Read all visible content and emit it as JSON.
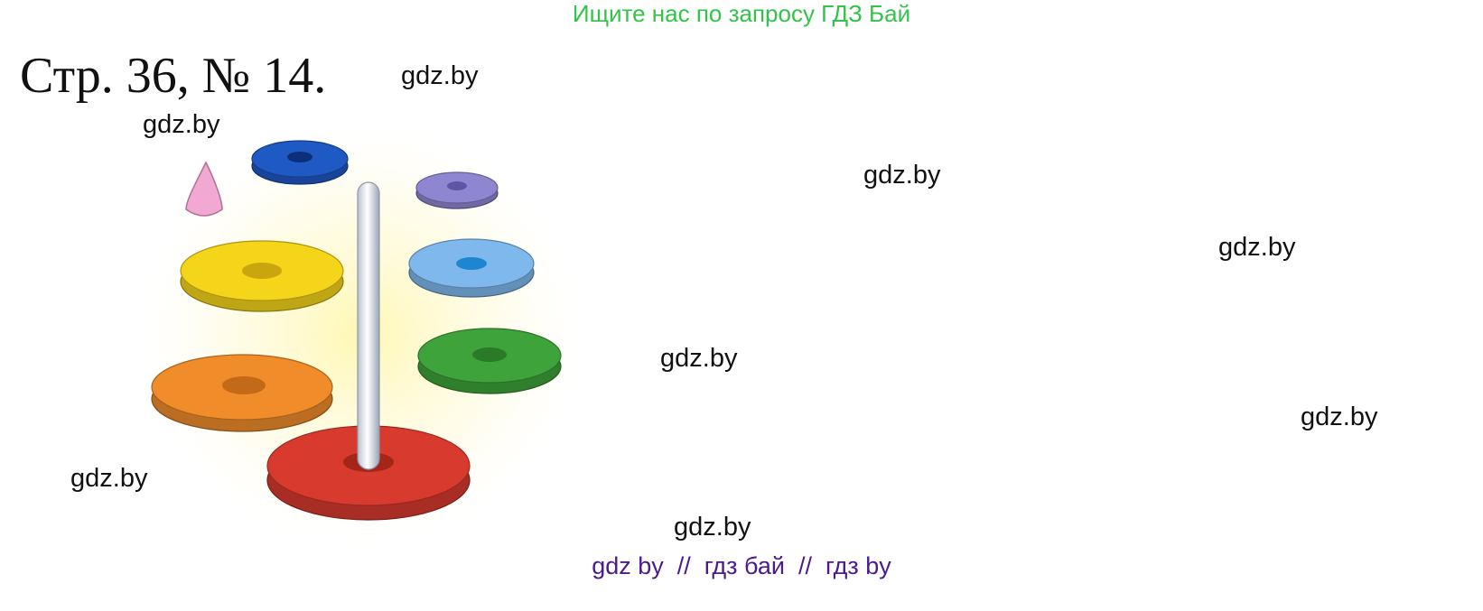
{
  "banner": {
    "text": "Ищите нас по запросу ГДЗ Бай"
  },
  "page": {
    "title": "Стр. 36, № 14."
  },
  "watermarks": [
    {
      "text": "gdz.by"
    },
    {
      "text": "gdz.by"
    },
    {
      "text": "gdz.by"
    },
    {
      "text": "gdz.by"
    },
    {
      "text": "gdz.by"
    },
    {
      "text": "gdz.by"
    },
    {
      "text": "gdz.by"
    },
    {
      "text": "gdz.by"
    }
  ],
  "footer": {
    "text": "gdz by  //  гдз бай  //  гдз by"
  },
  "illustration": {
    "rings": [
      {
        "color": "#1f59c4"
      },
      {
        "color": "#8f86d1"
      },
      {
        "color": "#f5d51a"
      },
      {
        "color": "#7fb8ec"
      },
      {
        "color": "#3ea33a"
      },
      {
        "color": "#f08c2a"
      },
      {
        "color": "#d83a2e"
      }
    ],
    "cone_color": "#f1a9d3",
    "rod_color": "#dfe5ee"
  }
}
